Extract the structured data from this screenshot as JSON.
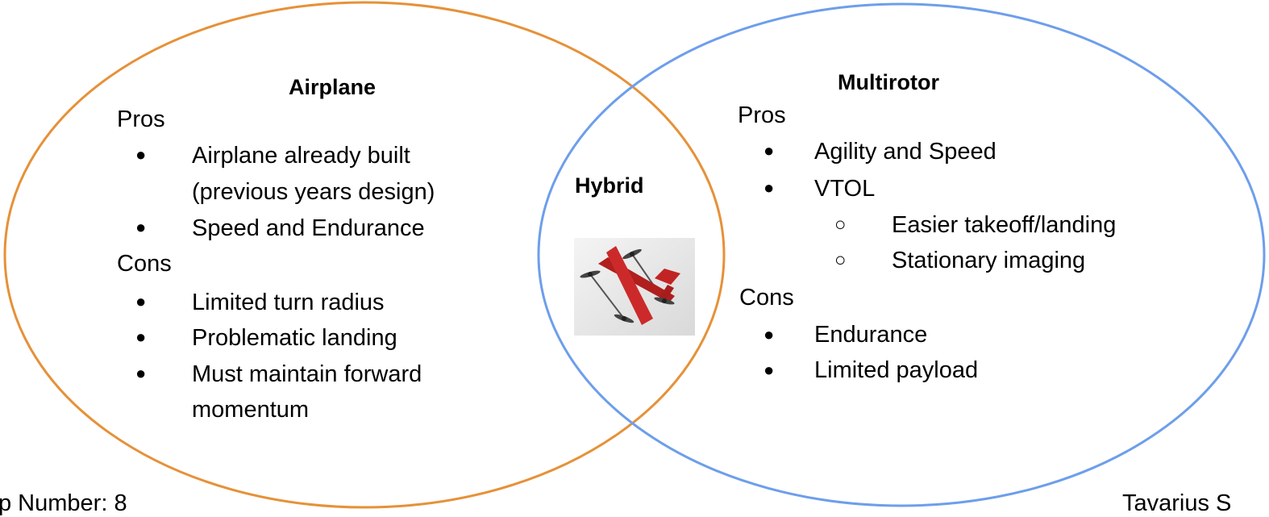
{
  "colors": {
    "airplane_circle": "#e69138",
    "multirotor_circle": "#6d9eeb"
  },
  "airplane": {
    "title": "Airplane",
    "pros_label": "Pros",
    "pros": [
      "Airplane already built",
      "(previous years design)",
      "Speed and Endurance"
    ],
    "cons_label": "Cons",
    "cons": [
      "Limited turn radius",
      "Problematic landing",
      "Must maintain forward",
      "momentum"
    ]
  },
  "hybrid": {
    "title": "Hybrid",
    "image_icon": "hybrid-vtol-plane-icon"
  },
  "multirotor": {
    "title": "Multirotor",
    "pros_label": "Pros",
    "pros": [
      "Agility and Speed",
      "VTOL"
    ],
    "vtol_sub": [
      "Easier takeoff/landing",
      "Stationary imaging"
    ],
    "cons_label": "Cons",
    "cons": [
      "Endurance",
      "Limited payload"
    ]
  },
  "bullet_glyph": "●",
  "sub_bullet_glyph": "○",
  "footer": {
    "left": "p Number: 8",
    "right": "Tavarius S"
  }
}
